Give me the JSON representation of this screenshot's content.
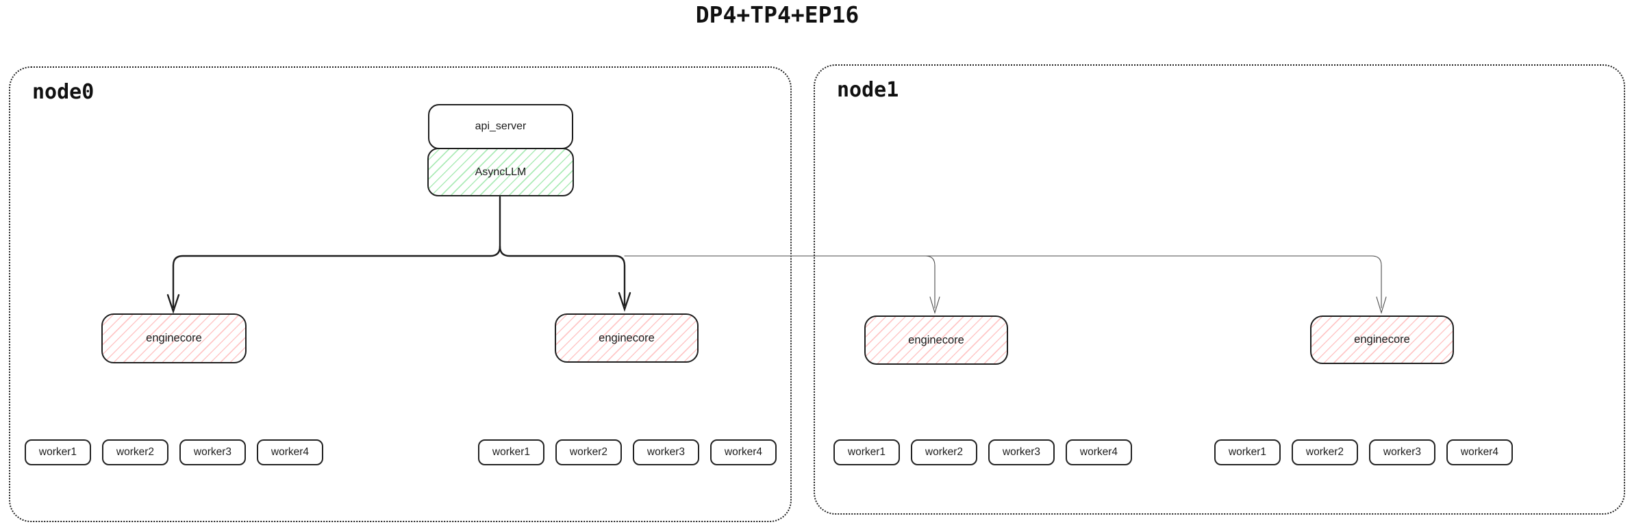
{
  "title": "DP4+TP4+EP16",
  "diagram": {
    "nodes": [
      {
        "label": "node0"
      },
      {
        "label": "node1"
      }
    ],
    "api_server_label": "api_server",
    "async_llm_label": "AsyncLLM",
    "enginecore_label": "enginecore",
    "worker_labels": [
      "worker1",
      "worker2",
      "worker3",
      "worker4"
    ]
  },
  "colors": {
    "stroke": "#1e1e1e",
    "thin_line": "#4a4a4a",
    "green_hatch_fill": "#69db7c",
    "red_hatch_fill": "#ff8282",
    "background": "#ffffff"
  }
}
